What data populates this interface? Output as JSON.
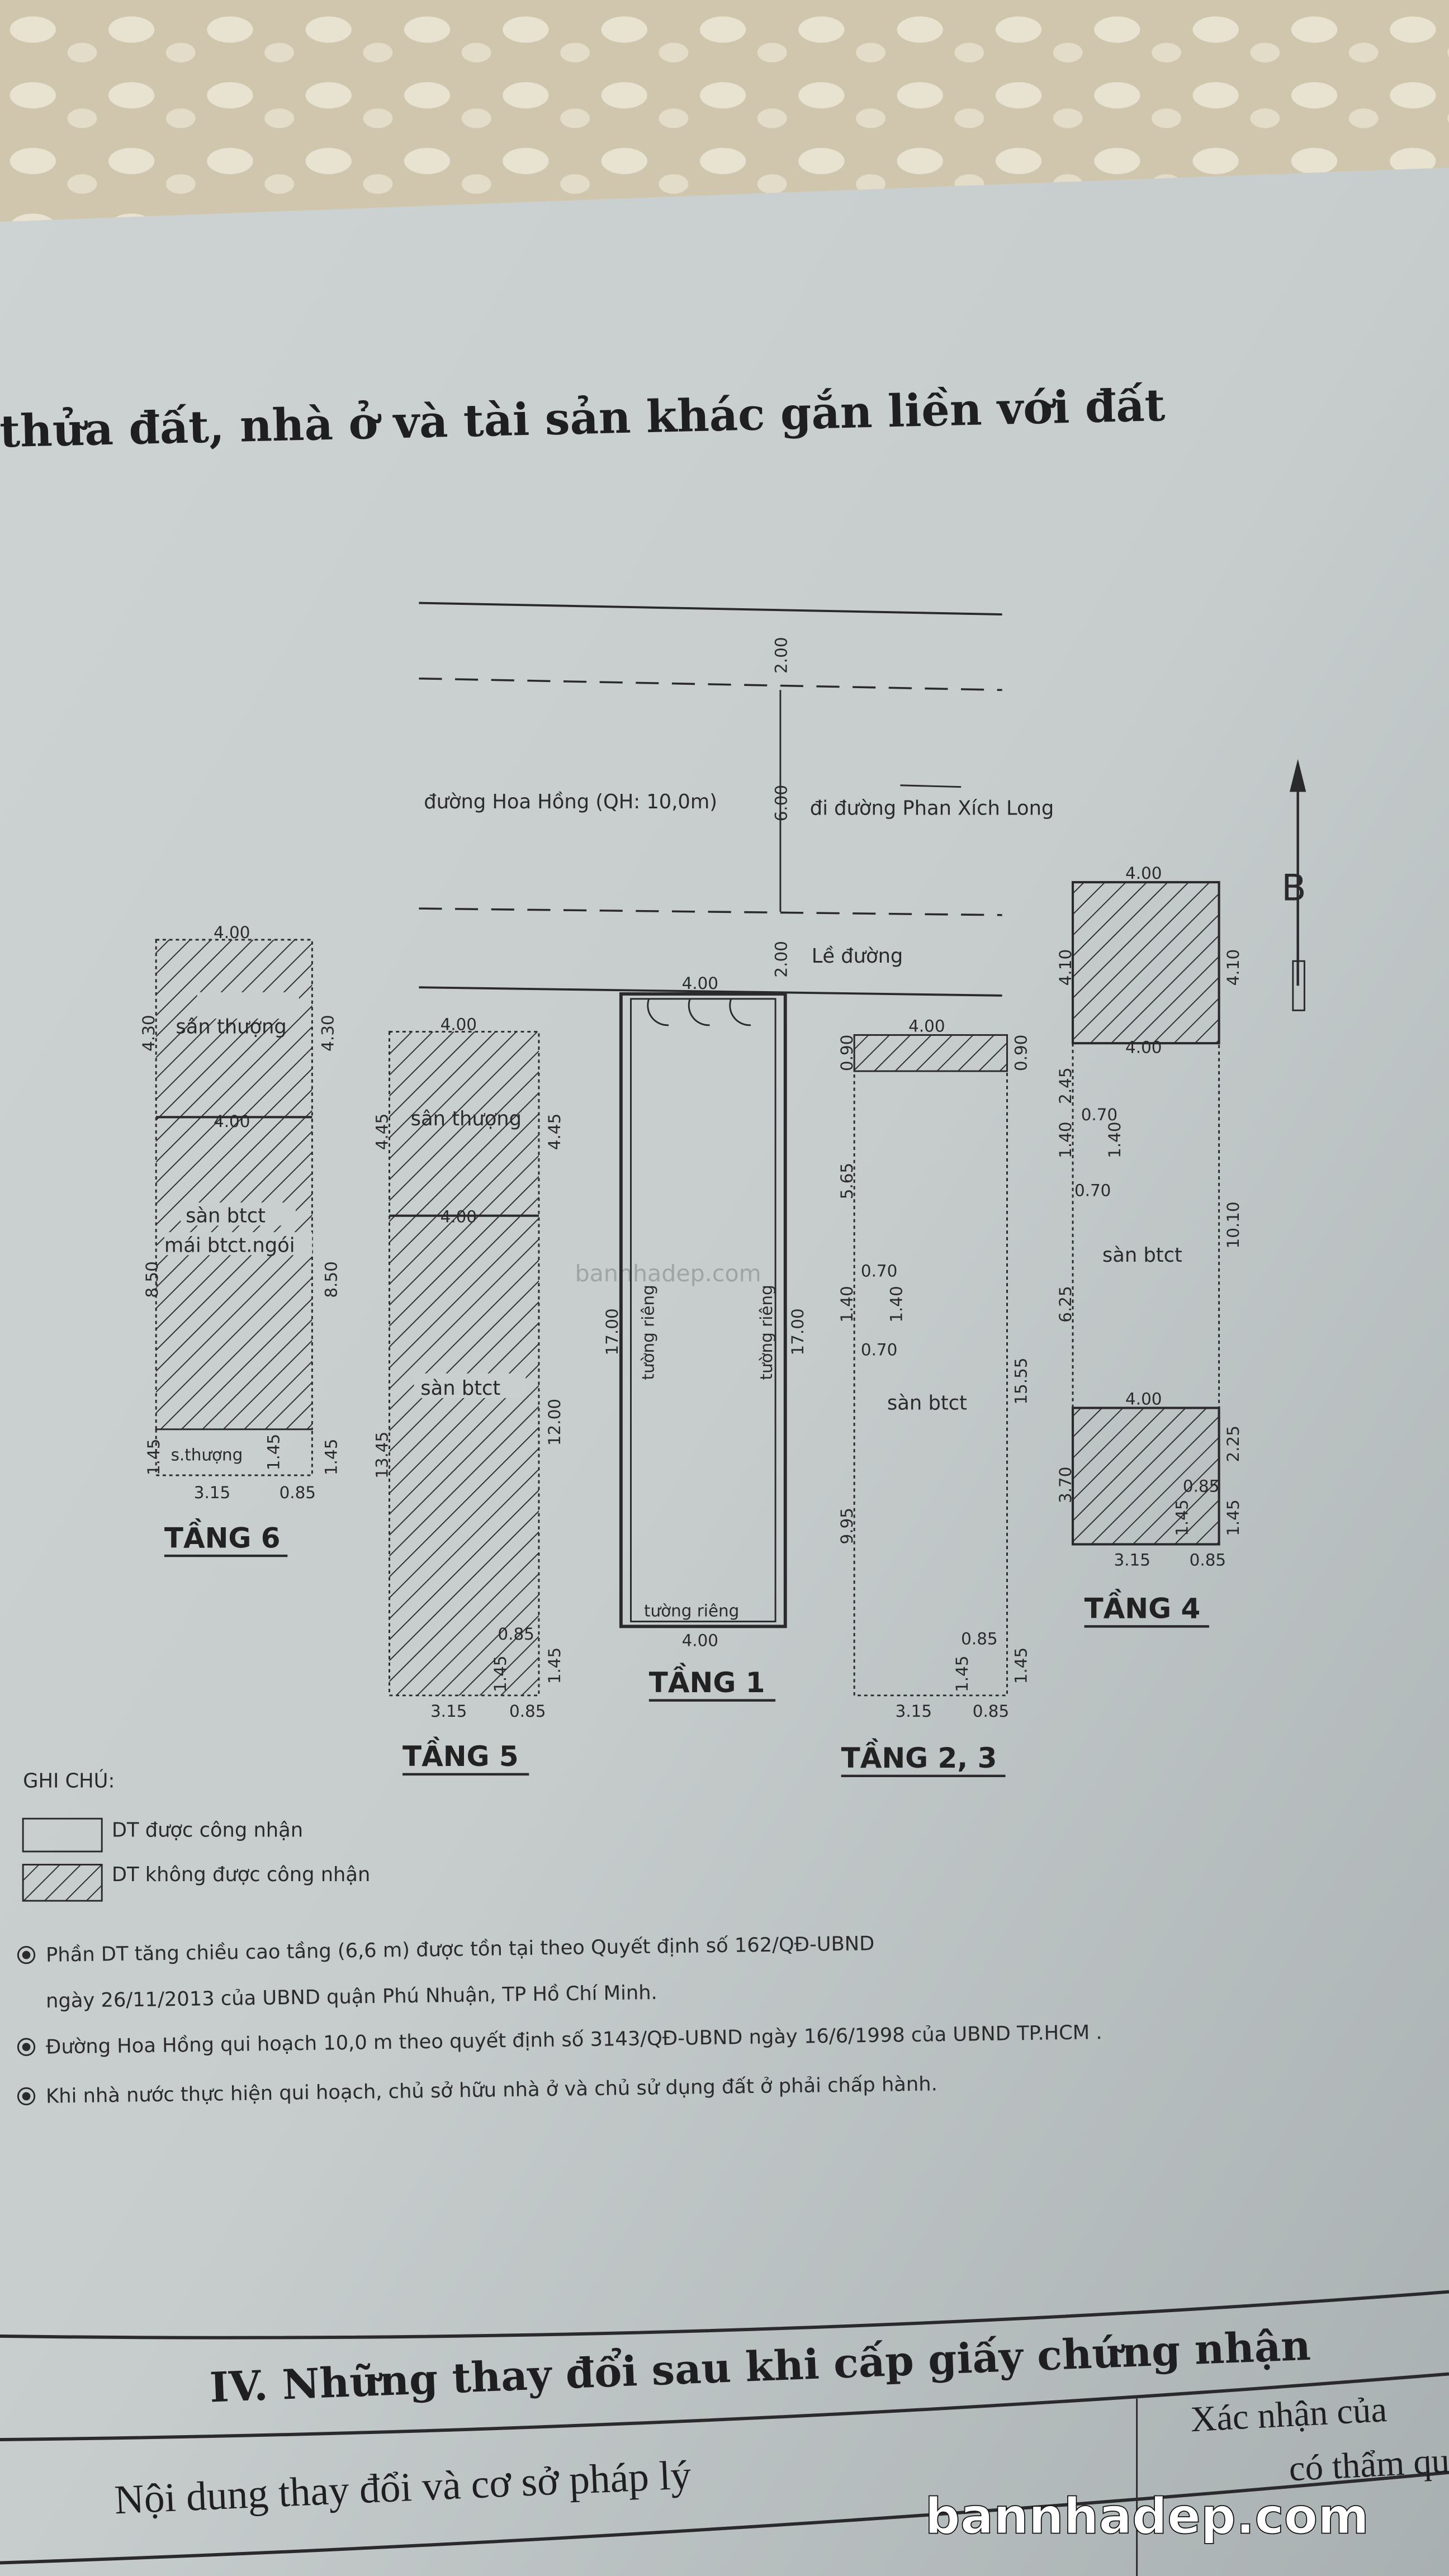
{
  "document": {
    "heading": "thửa đất, nhà ở và tài sản khác gắn liền với đất",
    "colors": {
      "paper": "#c8cfcf",
      "ink": "#2a2a2c",
      "lace_bg": "#cfc6ad"
    }
  },
  "road": {
    "name": "đường Hoa Hồng (QH: 10,0m)",
    "direction": "đi đường Phan Xích Long",
    "sidewalk": "Lề đường",
    "dims": [
      "2.00",
      "6.00",
      "2.00"
    ],
    "north_label": "B"
  },
  "floors": {
    "f6": {
      "title": "TẦNG 6",
      "labels": [
        "sân thượng",
        "sàn btct",
        "mái btct.ngói",
        "s.thượng"
      ],
      "dims": [
        "4.00",
        "4.30",
        "4.30",
        "4.00",
        "8.50",
        "8.50",
        "1.45",
        "1.45",
        "1.45",
        "3.15",
        "0.85"
      ]
    },
    "f5": {
      "title": "TẦNG 5",
      "labels": [
        "sân thượng",
        "sàn btct"
      ],
      "dims": [
        "4.00",
        "4.45",
        "4.45",
        "4.00",
        "13.45",
        "12.00",
        "1.45",
        "1.45",
        "0.85",
        "3.15",
        "0.85"
      ]
    },
    "f1": {
      "title": "TẦNG 1",
      "labels": [
        "tường riêng",
        "tường riêng",
        "tường riêng"
      ],
      "dims": [
        "4.00",
        "17.00",
        "17.00",
        "4.00"
      ]
    },
    "f23": {
      "title": "TẦNG 2, 3",
      "labels": [
        "sàn btct"
      ],
      "dims": [
        "4.00",
        "0.90",
        "0.90",
        "5.65",
        "1.40",
        "0.70",
        "1.40",
        "0.70",
        "15.55",
        "9.95",
        "0.85",
        "1.45",
        "1.45",
        "3.15",
        "0.85"
      ]
    },
    "f4": {
      "title": "TẦNG 4",
      "labels": [
        "sàn btct"
      ],
      "dims": [
        "4.00",
        "4.10",
        "4.10",
        "4.00",
        "2.45",
        "0.70",
        "1.40",
        "1.40",
        "0.70",
        "6.25",
        "10.10",
        "4.00",
        "3.70",
        "2.25",
        "0.85",
        "1.45",
        "1.45",
        "3.15",
        "0.85"
      ]
    }
  },
  "legend": {
    "title": "GHI CHÚ:",
    "recognized": "DT được công nhận",
    "not_recognized": "DT không được công nhận"
  },
  "notes": [
    "Phần DT tăng chiều cao tầng (6,6 m) được tồn tại theo Quyết định số 162/QĐ-UBND",
    "ngày 26/11/2013 của UBND quận Phú Nhuận, TP Hồ Chí Minh.",
    "Đường Hoa Hồng qui hoạch 10,0 m theo quyết định số 3143/QĐ-UBND ngày 16/6/1998 của UBND TP.HCM .",
    "Khi nhà nước thực hiện qui hoạch, chủ sở hữu nhà ở và chủ sử dụng đất ở phải chấp hành."
  ],
  "section_iv": {
    "title": "IV. Những thay đổi sau khi cấp giấy chứng nhận",
    "col1": "Nội dung thay đổi và cơ sở pháp lý",
    "col2_line1": "Xác nhận của",
    "col2_line2": "có thẩm qu"
  },
  "watermark": "bannhadep.com",
  "watermark_faint": "bannhadep.com"
}
